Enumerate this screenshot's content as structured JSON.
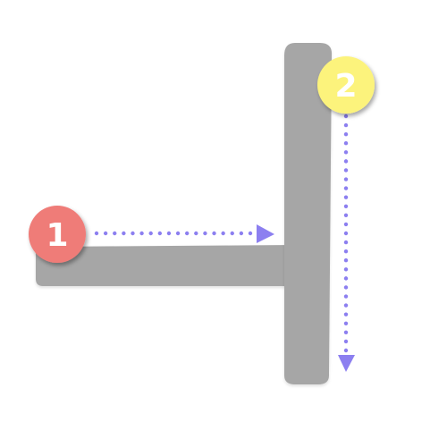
{
  "character": {
    "strokes_count": 2,
    "stroke_color": "#a6a6a6"
  },
  "steps": [
    {
      "number": "1",
      "color": "#ef7b78",
      "text_color": "#ffffff",
      "direction": "right"
    },
    {
      "number": "2",
      "color": "#fcf37c",
      "text_color": "#ffffff",
      "direction": "down"
    }
  ],
  "guide": {
    "color": "#8c7ff0",
    "style": "dotted-arrow"
  }
}
